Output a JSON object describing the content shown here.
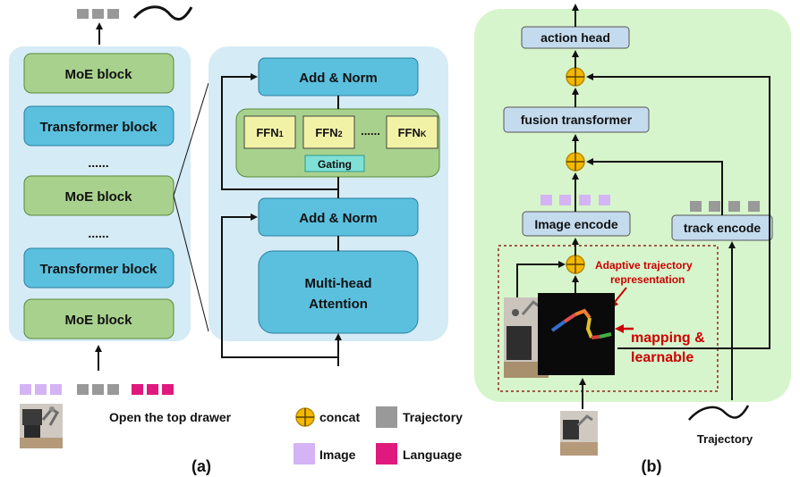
{
  "panel_a": {
    "stack": {
      "moe_top": "MoE block",
      "transformer_top": "Transformer block",
      "dots_1": "......",
      "moe_mid": "MoE block",
      "dots_2": "......",
      "transformer_bottom": "Transformer block",
      "moe_bottom": "MoE block"
    },
    "detail": {
      "add_norm_top": "Add & Norm",
      "ffn_1": "FFN",
      "ffn_1_sub": "1",
      "ffn_2": "FFN",
      "ffn_2_sub": "2",
      "ffn_dots": "......",
      "ffn_k": "FFN",
      "ffn_k_sub": "K",
      "gating": "Gating",
      "add_norm_bottom": "Add & Norm",
      "attention_line1": "Multi-head",
      "attention_line2": "Attention"
    },
    "instruction": "Open the top drawer",
    "caption": "(a)"
  },
  "legend": {
    "concat": "concat",
    "trajectory": "Trajectory",
    "image": "Image",
    "language": "Language"
  },
  "panel_b": {
    "action_head": "action head",
    "fusion_transformer": "fusion transformer",
    "image_encode": "Image encode",
    "track_encode": "track encode",
    "adaptive_line1": "Adaptive trajectory",
    "adaptive_line2": "representation",
    "mapping_line1": "mapping &",
    "mapping_line2": "learnable",
    "trajectory_input": "Trajectory",
    "caption": "(b)"
  },
  "colors": {
    "panel_a_bg": "#d5ebf5",
    "panel_b_bg": "#d7f5cc",
    "moe_block": "#a9d18e",
    "transformer_block": "#5bc0de",
    "ffn_box": "#f2f2a6",
    "gating_box": "#7fe0d6",
    "encode_box": "#c4dbee",
    "image_token": "#d4b4f4",
    "trajectory_token": "#999999",
    "language_token": "#e0197e",
    "concat": "#f5b800",
    "annotation_red": "#cc0000"
  }
}
